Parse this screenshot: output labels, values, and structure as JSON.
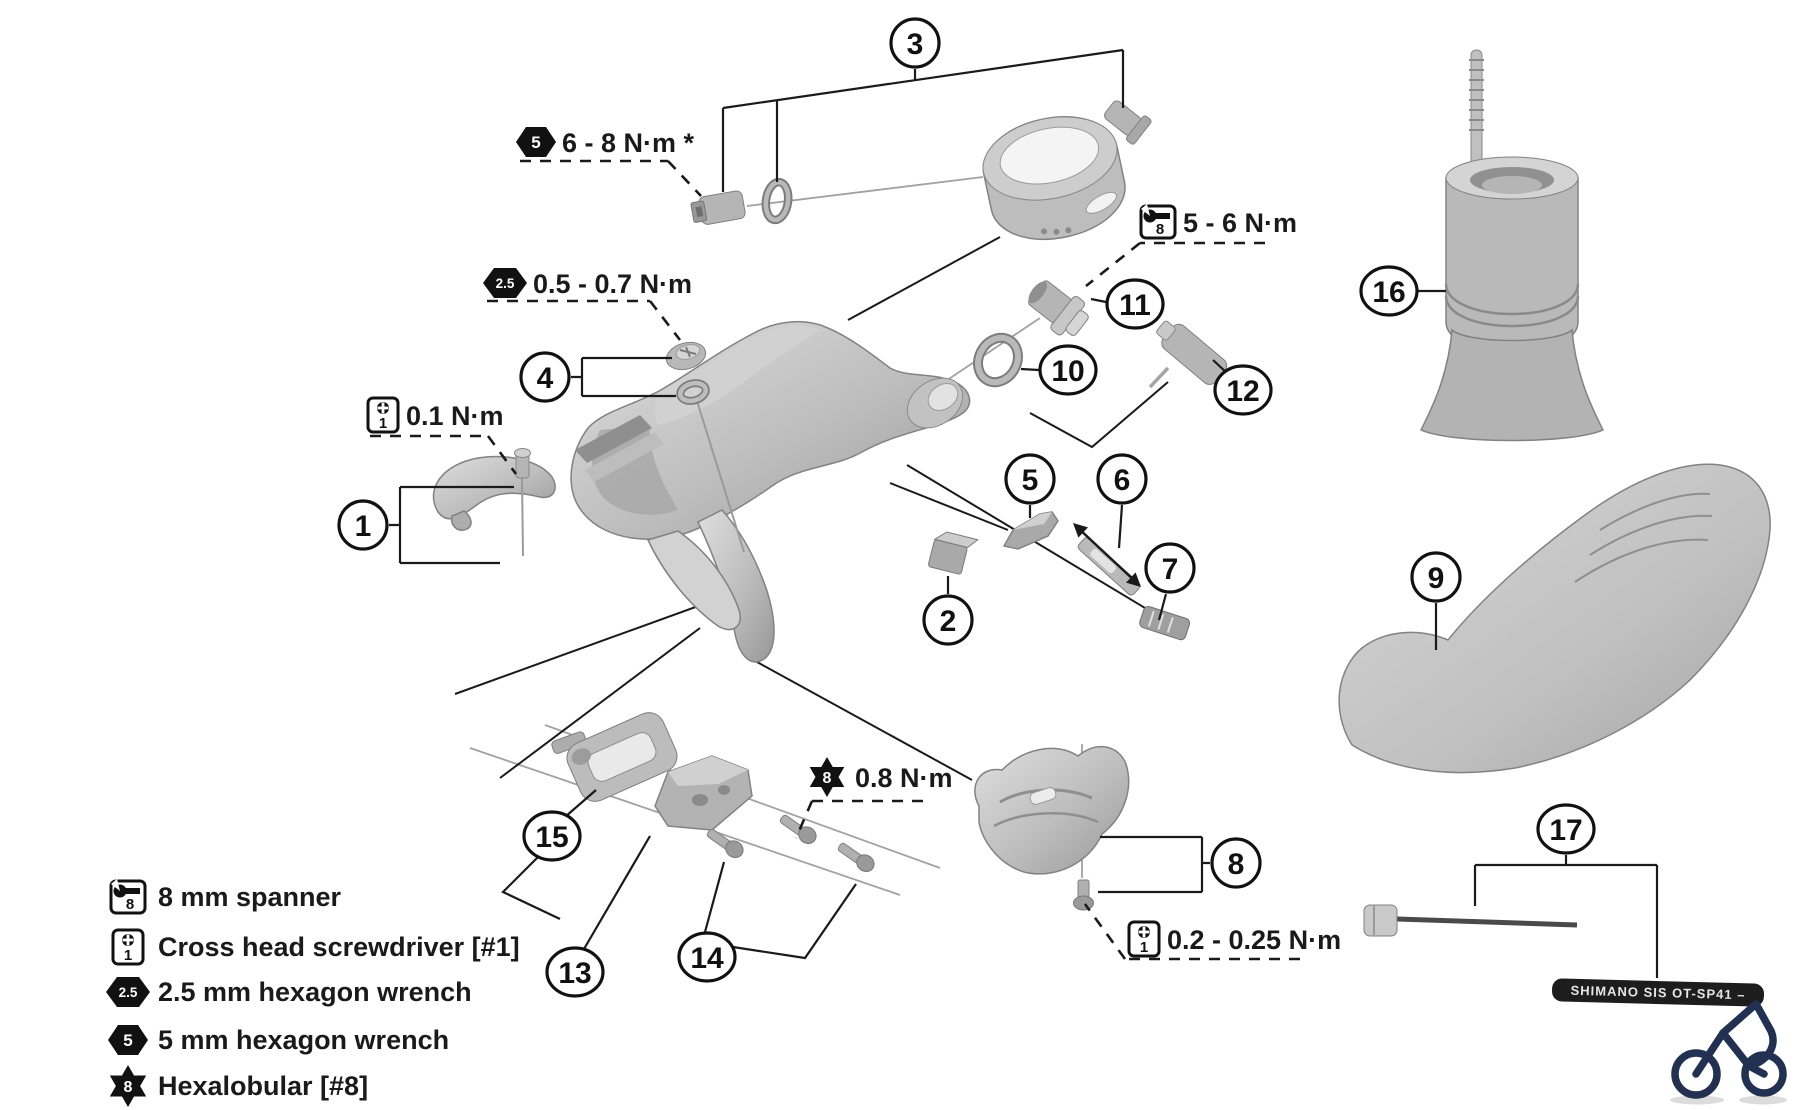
{
  "diagram": {
    "type": "exploded-parts-diagram",
    "callouts": [
      "1",
      "2",
      "3",
      "4",
      "5",
      "6",
      "7",
      "8",
      "9",
      "10",
      "11",
      "12",
      "13",
      "14",
      "15",
      "16",
      "17"
    ],
    "torque_labels": [
      {
        "icon": "hex-wrench-icon",
        "size": "5",
        "value": "6 - 8 N·m *"
      },
      {
        "icon": "hex-wrench-icon",
        "size": "2.5",
        "value": "0.5 - 0.7 N·m"
      },
      {
        "icon": "screwdriver-icon",
        "size": "1",
        "value": "0.1 N·m"
      },
      {
        "icon": "spanner-icon",
        "size": "8",
        "value": "5 - 6 N·m"
      },
      {
        "icon": "hexalobular-icon",
        "size": "8",
        "value": "0.8 N·m"
      },
      {
        "icon": "screwdriver-icon",
        "size": "1",
        "value": "0.2 - 0.25 N·m"
      }
    ],
    "legend": [
      {
        "icon": "spanner-icon",
        "size": "8",
        "label": "8 mm spanner"
      },
      {
        "icon": "screwdriver-icon",
        "size": "1",
        "label": "Cross head screwdriver [#1]"
      },
      {
        "icon": "hex-wrench-icon",
        "size": "2.5",
        "label": "2.5 mm hexagon wrench"
      },
      {
        "icon": "hex-wrench-icon",
        "size": "5",
        "label": "5 mm hexagon wrench"
      },
      {
        "icon": "hexalobular-icon",
        "size": "8",
        "label": "Hexalobular [#8]"
      }
    ],
    "cable": {
      "housing_label": "SHIMANO SIS OT-SP41 –"
    },
    "colors": {
      "line": "#1a1a1a",
      "part_fill": "#c6c6c6",
      "part_dark": "#9d9d9d",
      "housing": "#1d1d1d",
      "logo_navy": "#223052"
    }
  }
}
